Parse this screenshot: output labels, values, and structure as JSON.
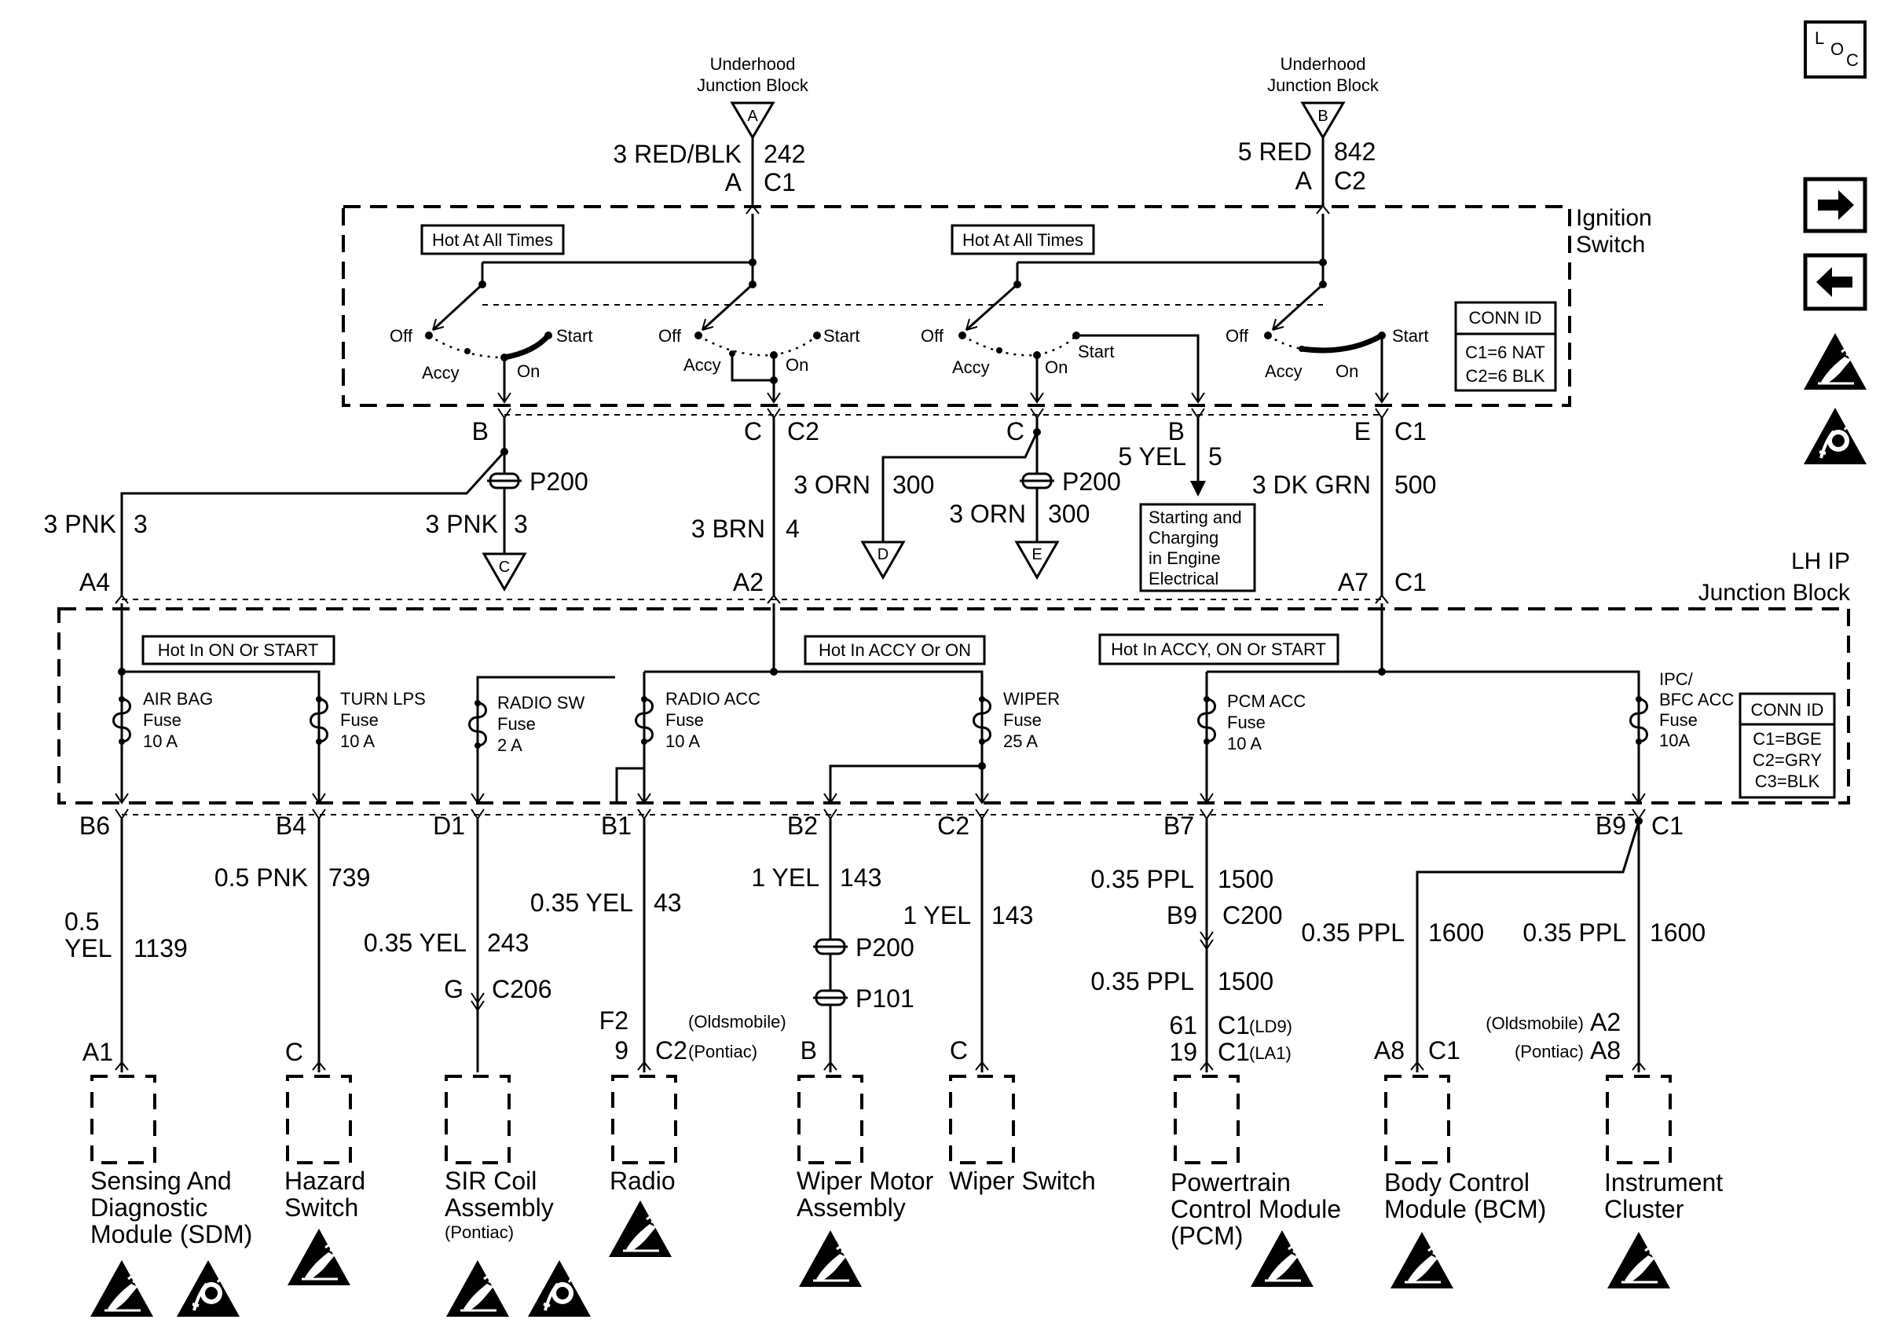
{
  "sources": [
    {
      "name": "Underhood Junction Block",
      "line1": "Underhood",
      "line2": "Junction Block",
      "letter": "A",
      "wire": "3 RED/BLK",
      "circuit": "242",
      "pin": "A",
      "conn": "C1"
    },
    {
      "name": "Underhood Junction Block",
      "line1": "Underhood",
      "line2": "Junction Block",
      "letter": "B",
      "wire": "5 RED",
      "circuit": "842",
      "pin": "A",
      "conn": "C2"
    }
  ],
  "ignition_switch": {
    "title1": "Ignition",
    "title2": "Switch",
    "hot_label": "Hot At All Times",
    "positions": {
      "off": "Off",
      "accy": "Accy",
      "on": "On",
      "start": "Start"
    },
    "conn_id": {
      "title": "CONN ID",
      "c1": "C1=6 NAT",
      "c2": "C2=6 BLK"
    },
    "outputs": [
      {
        "pin": "B",
        "conn": ""
      },
      {
        "pin": "C",
        "conn": "C2"
      },
      {
        "pin": "C",
        "conn": ""
      },
      {
        "pin": "B",
        "conn": ""
      },
      {
        "pin": "E",
        "conn": "C1"
      }
    ]
  },
  "mid_wires": {
    "pnk_left": {
      "wire": "3 PNK",
      "circuit": "3"
    },
    "pnk_splice": {
      "wire": "3 PNK",
      "circuit": "3",
      "splice": "P200",
      "ground": "C"
    },
    "brn": {
      "wire": "3 BRN",
      "circuit": "4"
    },
    "orn_left": {
      "wire": "3 ORN",
      "circuit": "300",
      "ground": "D"
    },
    "orn_splice": {
      "wire": "3 ORN",
      "circuit": "300",
      "splice": "P200",
      "ground": "E"
    },
    "yel": {
      "wire": "5 YEL",
      "circuit": "5",
      "dest1": "Starting and",
      "dest2": "Charging",
      "dest3": "in Engine",
      "dest4": "Electrical"
    },
    "dkgrn": {
      "wire": "3 DK GRN",
      "circuit": "500"
    }
  },
  "junction_block": {
    "title1": "LH IP",
    "title2": "Junction Block",
    "inputs": [
      {
        "pin": "A4",
        "conn": ""
      },
      {
        "pin": "A2",
        "conn": ""
      },
      {
        "pin": "A7",
        "conn": "C1"
      }
    ],
    "hot_labels": [
      "Hot In ON Or START",
      "Hot In ACCY Or ON",
      "Hot In ACCY, ON Or START"
    ],
    "fuses": [
      {
        "name": "AIR BAG",
        "type": "Fuse",
        "rating": "10 A"
      },
      {
        "name": "TURN LPS",
        "type": "Fuse",
        "rating": "10 A"
      },
      {
        "name": "RADIO SW",
        "type": "Fuse",
        "rating": "2 A"
      },
      {
        "name": "RADIO ACC",
        "type": "Fuse",
        "rating": "10 A"
      },
      {
        "name": "WIPER",
        "type": "Fuse",
        "rating": "25 A"
      },
      {
        "name": "PCM ACC",
        "type": "Fuse",
        "rating": "10 A"
      },
      {
        "name": "IPC/",
        "name2": "BFC ACC",
        "type": "Fuse",
        "rating": "10A"
      }
    ],
    "conn_id": {
      "title": "CONN ID",
      "c1": "C1=BGE",
      "c2": "C2=GRY",
      "c3": "C3=BLK"
    },
    "outputs": [
      {
        "pin": "B6"
      },
      {
        "pin": "B4"
      },
      {
        "pin": "D1"
      },
      {
        "pin": "B1"
      },
      {
        "pin": "B2"
      },
      {
        "pin": "C2"
      },
      {
        "pin": "B7"
      },
      {
        "pin": "B9",
        "conn": "C1"
      }
    ]
  },
  "branches": {
    "sdm": {
      "wire1": "0.5",
      "wire2": "YEL",
      "circuit": "1139",
      "pin": "A1"
    },
    "hazard": {
      "wire": "0.5 PNK",
      "circuit": "739",
      "pin": "C"
    },
    "sir": {
      "wire": "0.35 YEL",
      "circuit": "243",
      "inline_pin": "G",
      "inline_conn": "C206"
    },
    "radio": {
      "wire": "0.35 YEL",
      "circuit": "43",
      "pin_old": "F2",
      "pin_pon": "9",
      "conn": "C2",
      "note_old": "(Oldsmobile)",
      "note_pon": "(Pontiac)"
    },
    "wiper_motor": {
      "wire": "1 YEL",
      "circuit": "143",
      "splice1": "P200",
      "splice2": "P101",
      "pin": "B"
    },
    "wiper_switch": {
      "wire": "1 YEL",
      "circuit": "143",
      "pin": "C"
    },
    "pcm": {
      "wire": "0.35 PPL",
      "circuit": "1500",
      "inline_pin": "B9",
      "inline_conn": "C200",
      "wire2": "0.35 PPL",
      "circuit2": "1500",
      "pin1": "61",
      "conn1": "C1",
      "note1": "(LD9)",
      "pin2": "19",
      "conn2": "C1",
      "note2": "(LA1)"
    },
    "bcm": {
      "wire": "0.35 PPL",
      "circuit": "1600",
      "pin": "A8",
      "conn": "C1"
    },
    "ipc": {
      "wire": "0.35 PPL",
      "circuit": "1600",
      "note_old": "(Oldsmobile)",
      "pin_old": "A2",
      "note_pon": "(Pontiac)",
      "pin_pon": "A8"
    }
  },
  "components": [
    {
      "line1": "Sensing And",
      "line2": "Diagnostic",
      "line3": "Module (SDM)"
    },
    {
      "line1": "Hazard",
      "line2": "Switch"
    },
    {
      "line1": "SIR Coil",
      "line2": "Assembly",
      "line3": "(Pontiac)"
    },
    {
      "line1": "Radio"
    },
    {
      "line1": "Wiper Motor",
      "line2": "Assembly"
    },
    {
      "line1": "Wiper Switch"
    },
    {
      "line1": "Powertrain",
      "line2": "Control Module",
      "line3": "(PCM)"
    },
    {
      "line1": "Body Control",
      "line2": "Module (BCM)"
    },
    {
      "line1": "Instrument",
      "line2": "Cluster"
    }
  ],
  "sidebar": {
    "loc_l": "L",
    "loc_o": "O",
    "loc_c": "C",
    "next_icon": "right-arrow-icon",
    "prev_icon": "left-arrow-icon"
  }
}
